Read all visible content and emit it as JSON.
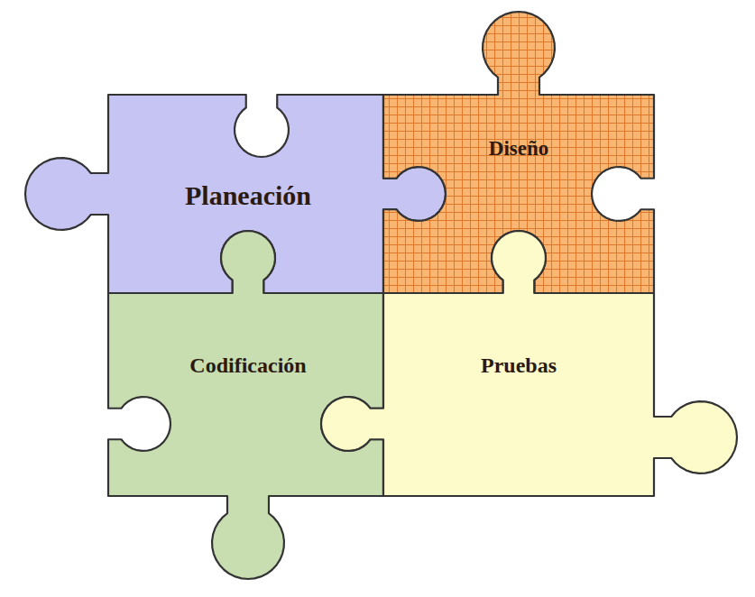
{
  "diagram": {
    "nodes": [
      {
        "text": [
          "Planeación"
        ]
      },
      {
        "text": [
          "Diseño"
        ]
      },
      {
        "text": [
          "Codificación"
        ]
      },
      {
        "text": [
          "Pruebas"
        ]
      }
    ]
  }
}
